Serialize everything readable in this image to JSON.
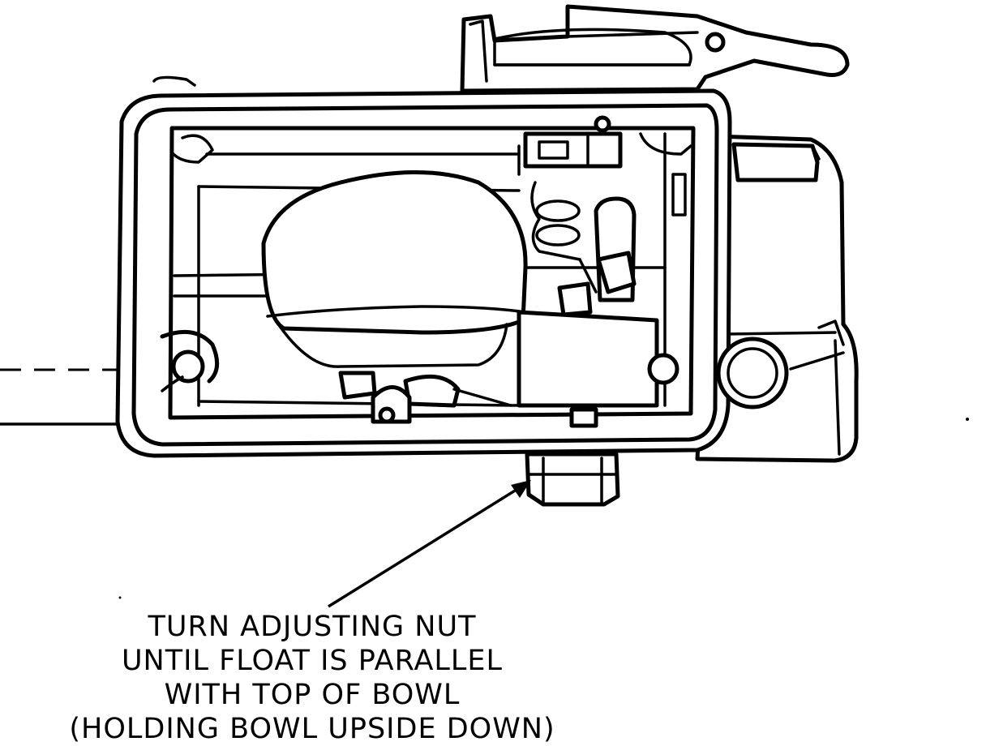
{
  "callout": {
    "lines": [
      "TURN ADJUSTING NUT",
      "UNTIL FLOAT IS PARALLEL",
      "WITH TOP OF BOWL",
      "(HOLDING BOWL UPSIDE DOWN)"
    ]
  },
  "colors": {
    "line": "#000000",
    "background": "#ffffff"
  }
}
